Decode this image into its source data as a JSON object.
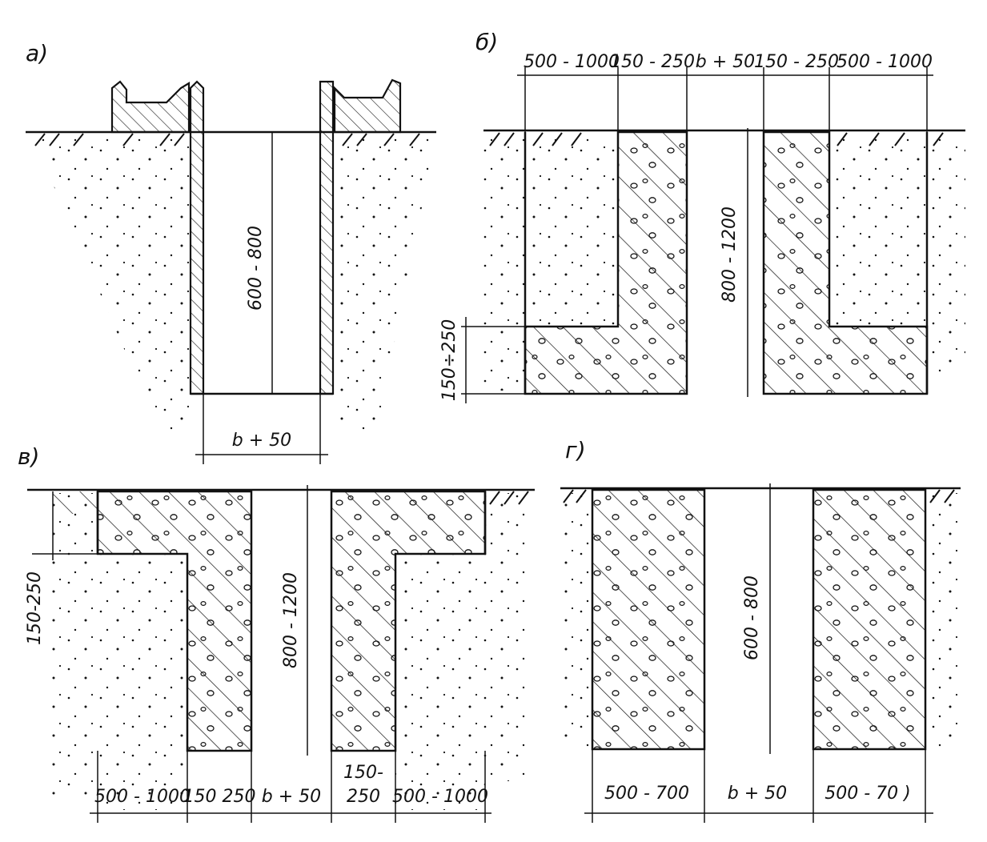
{
  "colors": {
    "ink": "#111111",
    "paper": "#ffffff"
  },
  "panels": {
    "a": {
      "label": "a)",
      "depth": "600 - 800",
      "width": "b + 50"
    },
    "b": {
      "label": "б)",
      "dims_top": [
        "500 - 1000",
        "150 - 250",
        "b + 50",
        "150 - 250",
        "500 - 1000"
      ],
      "depth": "800 - 1200",
      "base": "150÷250"
    },
    "v": {
      "label": "в)",
      "dims_bottom": [
        "500 - 1000",
        "150  250",
        "b + 50",
        "150-",
        "250",
        "500 - 1000"
      ],
      "depth": "800 - 1200",
      "base": "150-250"
    },
    "g": {
      "label": "г)",
      "dims_bottom": [
        "500 - 700",
        "b + 50",
        "500 - 70 )"
      ],
      "depth": "600 - 800"
    }
  }
}
